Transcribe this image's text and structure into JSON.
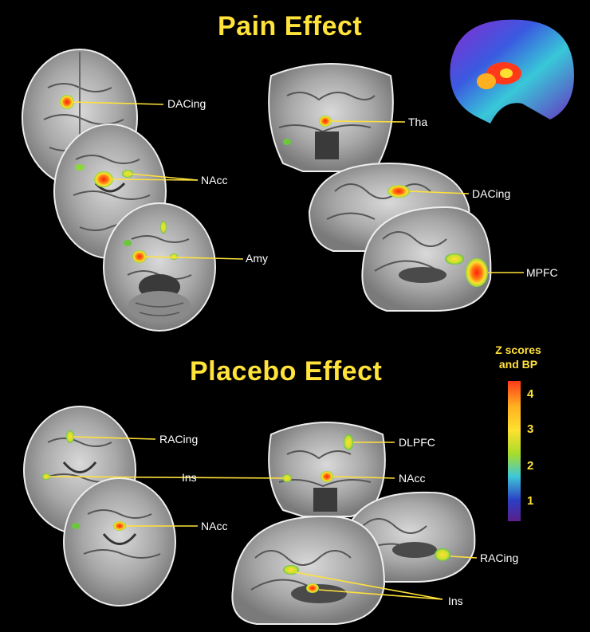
{
  "titles": {
    "pain": "Pain Effect",
    "placebo": "Placebo Effect"
  },
  "labels": {
    "pain_dacing_axial": "DACing",
    "pain_nacc": "NAcc",
    "pain_amy": "Amy",
    "pain_tha": "Tha",
    "pain_dacing_sagittal": "DACing",
    "pain_mpfc": "MPFC",
    "placebo_racing_axial": "RACing",
    "placebo_ins_axial": "Ins",
    "placebo_nacc_axial": "NAcc",
    "placebo_dlpfc": "DLPFC",
    "placebo_nacc_coronal": "NAcc",
    "placebo_racing_sagittal": "RACing",
    "placebo_ins_sagittal": "Ins"
  },
  "scale": {
    "title_line1": "Z scores",
    "title_line2": "and BP",
    "ticks": [
      "4",
      "3",
      "2",
      "1"
    ],
    "colors": [
      "#ff3a1a",
      "#ffd21e",
      "#b8e02a",
      "#3ec8d8",
      "#2b3fc4",
      "#5a1f8a"
    ]
  },
  "colors": {
    "title": "#ffe23a",
    "leader": "#ffe23a",
    "label": "#ffffff",
    "background": "#000000"
  }
}
